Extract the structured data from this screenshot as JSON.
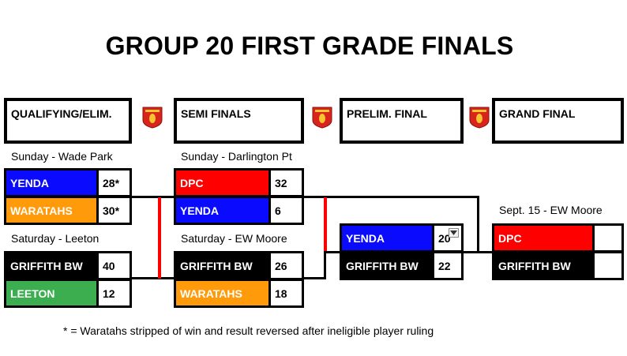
{
  "title": "GROUP 20 FIRST GRADE FINALS",
  "columns": {
    "qualifying": "QUALIFYING/ELIM.",
    "semi": "SEMI FINALS",
    "prelim": "PRELIM. FINAL",
    "grand": "GRAND FINAL"
  },
  "venues": {
    "qual_1": "Sunday - Wade Park",
    "qual_2": "Saturday - Leeton",
    "semi_1": "Sunday - Darlington Pt",
    "semi_2": "Saturday - EW Moore",
    "grand": "Sept. 15 - EW Moore"
  },
  "matches": {
    "qual_1": [
      {
        "team": "YENDA",
        "score": "28*",
        "color": "#0a0aff"
      },
      {
        "team": "WARATAHS",
        "score": "30*",
        "color": "#ff9a0a"
      }
    ],
    "qual_2": [
      {
        "team": "GRIFFITH BW",
        "score": "40",
        "color": "#000000"
      },
      {
        "team": "LEETON",
        "score": "12",
        "color": "#3cae50"
      }
    ],
    "semi_1": [
      {
        "team": "DPC",
        "score": "32",
        "color": "#ff0000"
      },
      {
        "team": "YENDA",
        "score": "6",
        "color": "#0a0aff"
      }
    ],
    "semi_2": [
      {
        "team": "GRIFFITH BW",
        "score": "26",
        "color": "#000000"
      },
      {
        "team": "WARATAHS",
        "score": "18",
        "color": "#ff9a0a"
      }
    ],
    "prelim": [
      {
        "team": "YENDA",
        "score": "20",
        "color": "#0a0aff"
      },
      {
        "team": "GRIFFITH BW",
        "score": "22",
        "color": "#000000"
      }
    ],
    "grand": [
      {
        "team": "DPC",
        "score": "",
        "color": "#ff0000"
      },
      {
        "team": "GRIFFITH BW",
        "score": "",
        "color": "#000000"
      }
    ]
  },
  "footnote": "* = Waratahs stripped of win and result reversed after ineligible player ruling",
  "icons": {
    "badge": "league-shield-icon",
    "dropdown": "dropdown-arrow-icon"
  }
}
